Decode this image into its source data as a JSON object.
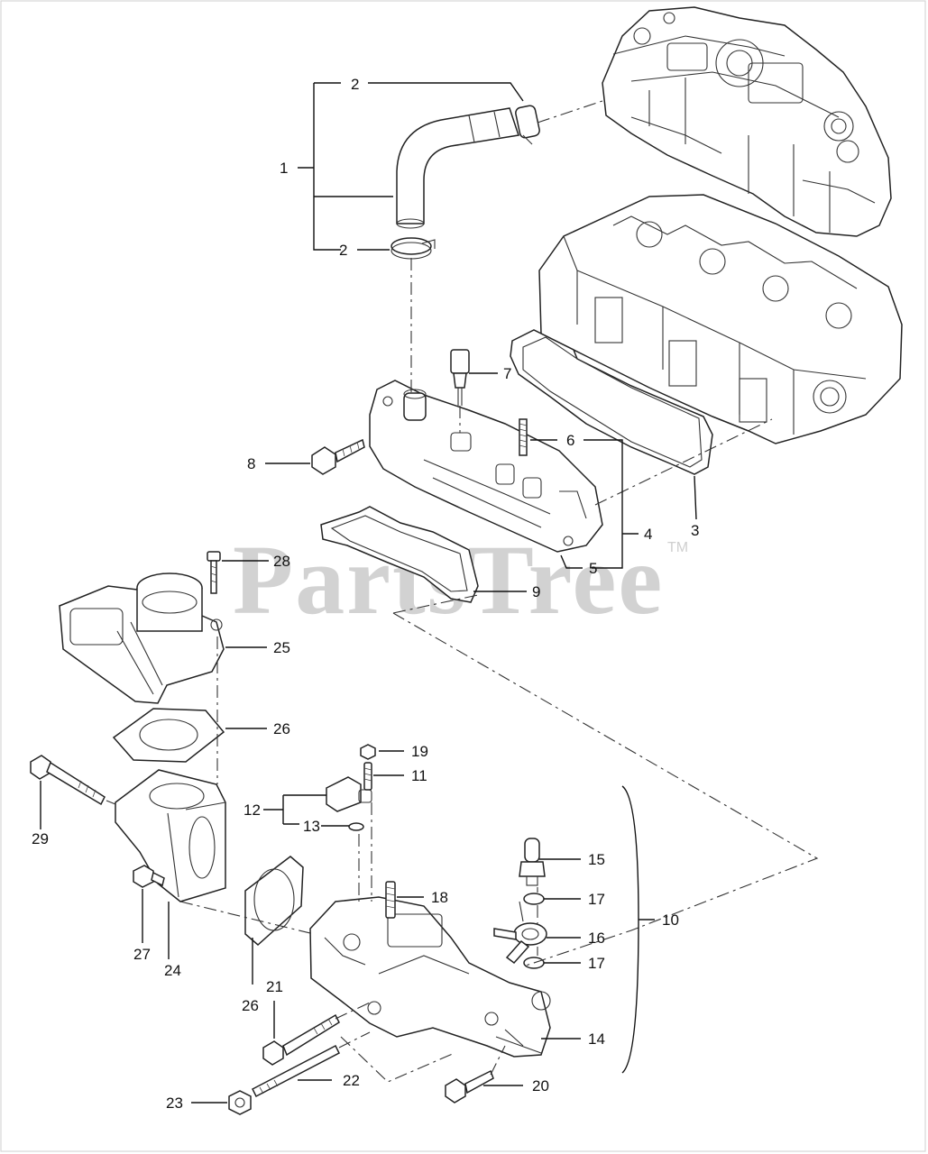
{
  "watermark": {
    "text": "PartsTree",
    "tm": "TM"
  },
  "callouts": {
    "c1": "1",
    "c2a": "2",
    "c2b": "2",
    "c3": "3",
    "c4": "4",
    "c5": "5",
    "c6": "6",
    "c7": "7",
    "c8": "8",
    "c9": "9",
    "c10": "10",
    "c11": "11",
    "c12": "12",
    "c13": "13",
    "c14": "14",
    "c15": "15",
    "c16": "16",
    "c17a": "17",
    "c17b": "17",
    "c18": "18",
    "c19": "19",
    "c20": "20",
    "c21": "21",
    "c22": "22",
    "c23": "23",
    "c24": "24",
    "c25": "25",
    "c26a": "26",
    "c26b": "26",
    "c27": "27",
    "c28": "28",
    "c29": "29"
  }
}
